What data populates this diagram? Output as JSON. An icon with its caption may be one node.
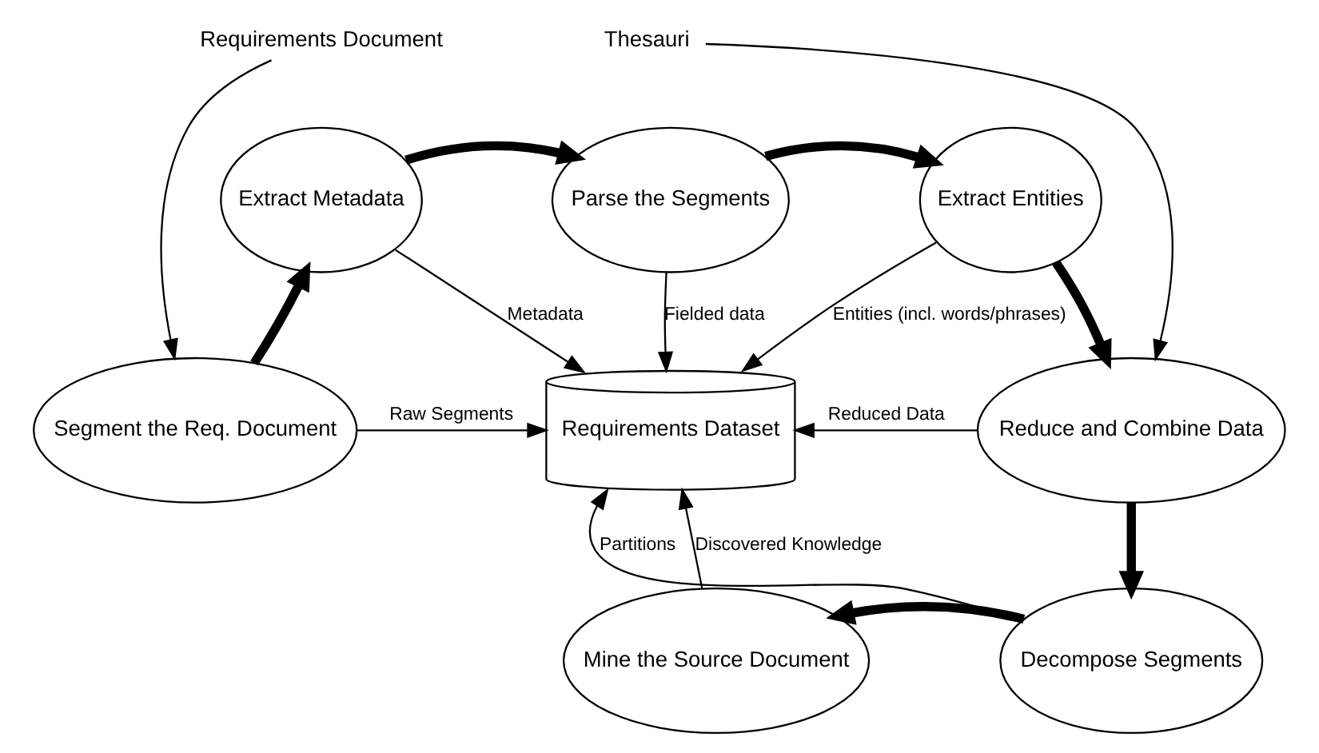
{
  "diagram": {
    "nodes": [
      {
        "text": [
          "Requirements Document"
        ]
      },
      {
        "text": [
          "Segment the Req. Document"
        ]
      },
      {
        "text": [
          "Extract Metadata"
        ]
      },
      {
        "text": [
          "Parse the Segments"
        ]
      },
      {
        "text": [
          "Extract Entities"
        ]
      },
      {
        "text": [
          "Thesauri"
        ]
      },
      {
        "text": [
          "Reduce and Combine Data"
        ]
      },
      {
        "text": [
          "Requirements Dataset"
        ]
      },
      {
        "text": [
          "Decompose Segments"
        ]
      },
      {
        "text": [
          "Mine the Source Document"
        ]
      }
    ],
    "edges": [
      {
        "from": 0,
        "to": 1,
        "arrow": "to"
      },
      {
        "from": 1,
        "to": 2,
        "arrow": "to",
        "style": "thick"
      },
      {
        "from": 2,
        "to": 3,
        "arrow": "to",
        "style": "thick"
      },
      {
        "from": 3,
        "to": 4,
        "arrow": "to",
        "style": "thick"
      },
      {
        "from": 4,
        "to": 6,
        "arrow": "to",
        "style": "thick"
      },
      {
        "from": 5,
        "to": 6,
        "arrow": "to"
      },
      {
        "from": 6,
        "to": 8,
        "arrow": "to",
        "style": "thick"
      },
      {
        "from": 8,
        "to": 9,
        "arrow": "to",
        "style": "thick"
      },
      {
        "from": 1,
        "to": 7,
        "arrow": "to",
        "label": "Raw Segments"
      },
      {
        "from": 2,
        "to": 7,
        "arrow": "to",
        "label": "Metadata"
      },
      {
        "from": 3,
        "to": 7,
        "arrow": "to",
        "label": "Fielded data"
      },
      {
        "from": 4,
        "to": 7,
        "arrow": "to",
        "label": "Entities (incl. words/phrases)"
      },
      {
        "from": 6,
        "to": 7,
        "arrow": "to",
        "label": "Reduced Data"
      },
      {
        "from": 8,
        "to": 7,
        "arrow": "to",
        "label": "Partitions"
      },
      {
        "from": 9,
        "to": 7,
        "arrow": "to",
        "label": "Discovered Knowledge"
      }
    ]
  }
}
